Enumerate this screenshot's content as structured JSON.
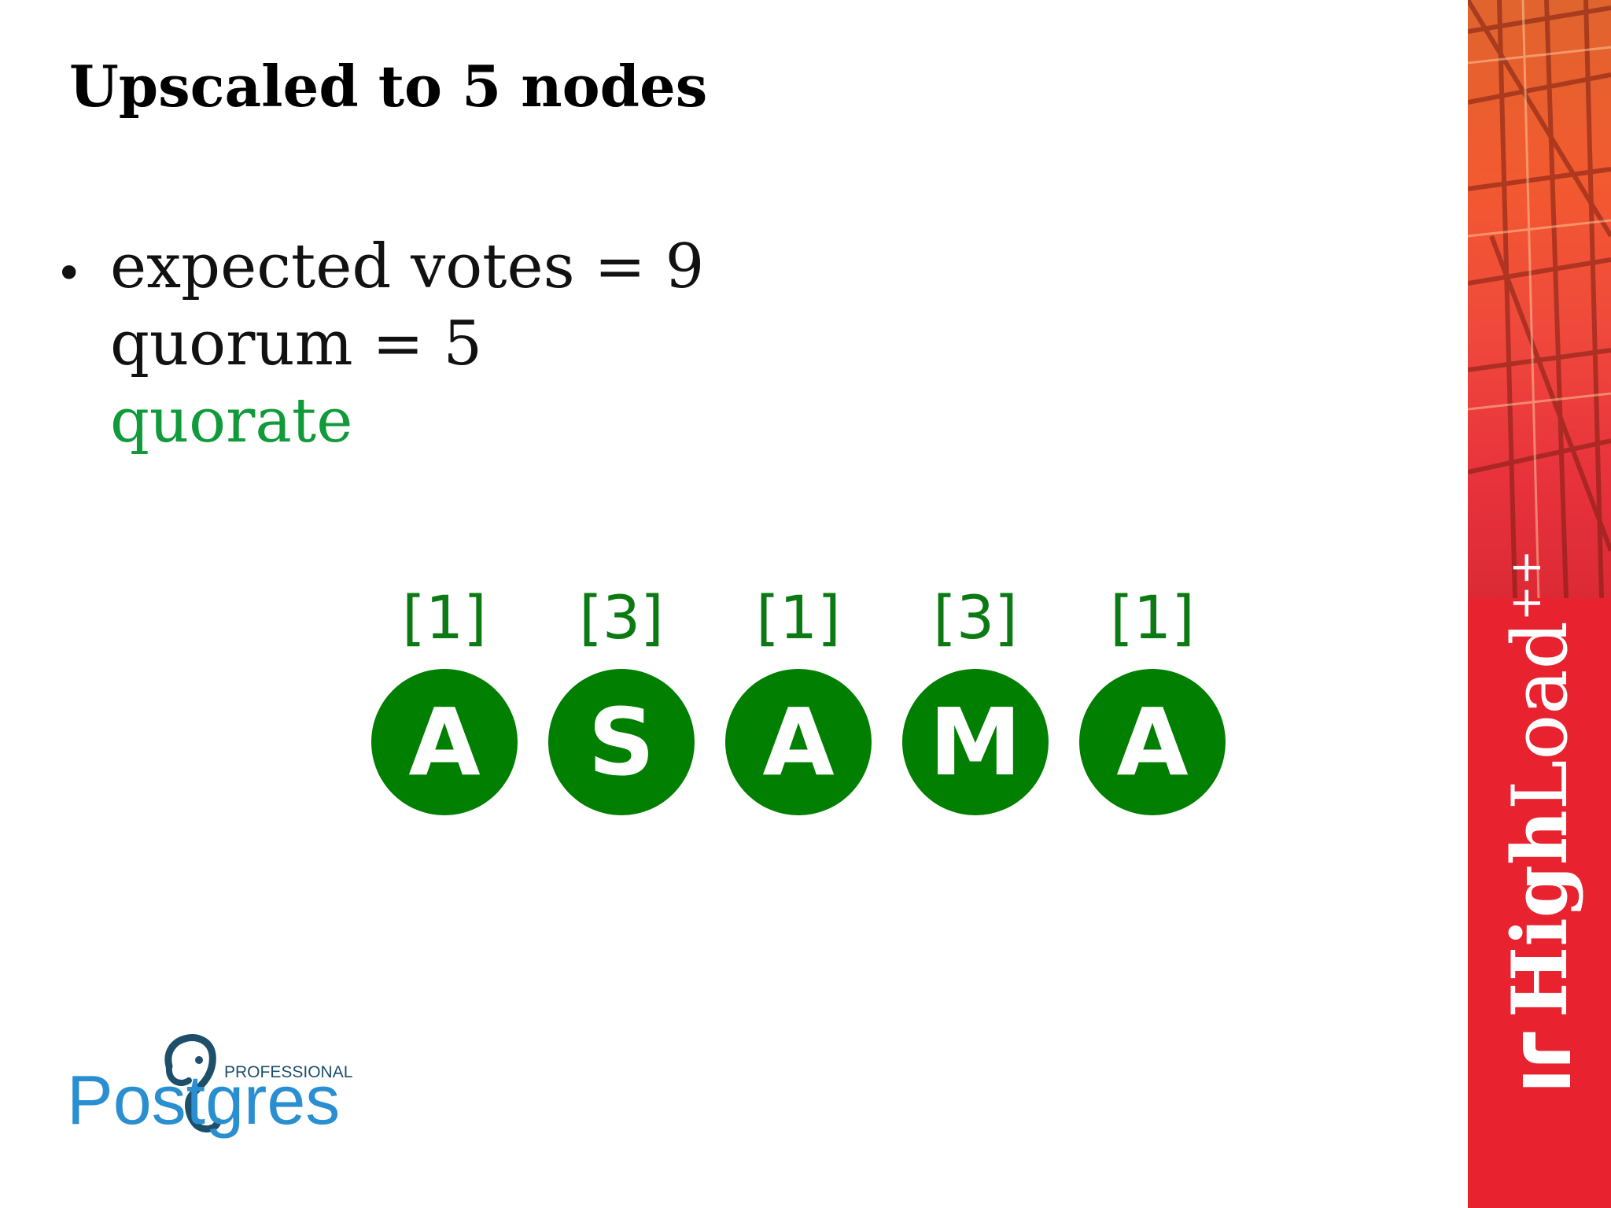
{
  "slide": {
    "title": "Upscaled to 5 nodes",
    "bullet": {
      "marker": "•",
      "lines": [
        "expected votes = 9",
        "quorum = 5"
      ],
      "status": "quorate"
    }
  },
  "nodes": [
    {
      "vote": "[1]",
      "letter": "A"
    },
    {
      "vote": "[3]",
      "letter": "S"
    },
    {
      "vote": "[1]",
      "letter": "A"
    },
    {
      "vote": "[3]",
      "letter": "M"
    },
    {
      "vote": "[1]",
      "letter": "A"
    }
  ],
  "colors": {
    "node_fill": "#017f01",
    "vote_text": "#0b7a12",
    "quorate_text": "#109a3a",
    "sidebar_red": "#e8232f",
    "logo_blue": "#2a8fd0"
  },
  "branding": {
    "conference": {
      "bold": "High",
      "light": "Load",
      "sup": "++"
    },
    "logo": {
      "word": "Postgres",
      "sub": "PROFESSIONAL",
      "icon": "elephant-icon"
    }
  }
}
